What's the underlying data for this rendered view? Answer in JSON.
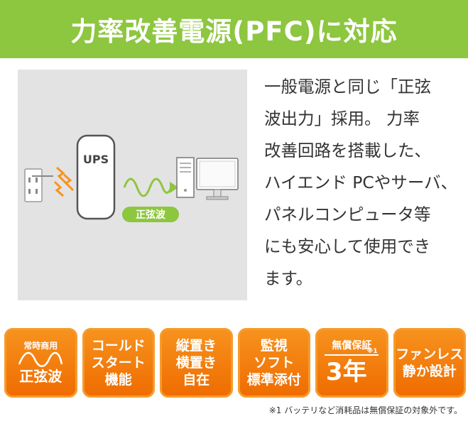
{
  "banner": {
    "title": "力率改善電源(PFC)に対応",
    "color": "#8dc63f"
  },
  "figure": {
    "ups_label": "UPS",
    "wave_label": "正弦波",
    "accent": "#8dc63f",
    "spark_color": "#f7931e"
  },
  "description": {
    "lines": [
      "一般電源と同じ「正弦",
      "波出力」採用。 力率",
      "改善回路を搭載した、",
      "ハイエンド PCやサーバ、",
      "パネルコンピュータ等",
      "にも安心して使用でき",
      "ます。"
    ]
  },
  "badges": [
    {
      "small": "常時商用",
      "icon": "sine-wave-icon",
      "big": "正弦波"
    },
    {
      "lines": [
        "コールド",
        "スタート",
        "機能"
      ]
    },
    {
      "lines": [
        "縦置き",
        "横置き",
        "自在"
      ]
    },
    {
      "lines": [
        "監視",
        "ソフト",
        "標準添付"
      ]
    },
    {
      "small": "無償保証",
      "years": "3年",
      "sup": "※1"
    },
    {
      "lines": [
        "ファンレス",
        "静か設計"
      ]
    }
  ],
  "footnote": "※1 バッテリなど消耗品は無償保証の対象外です。"
}
